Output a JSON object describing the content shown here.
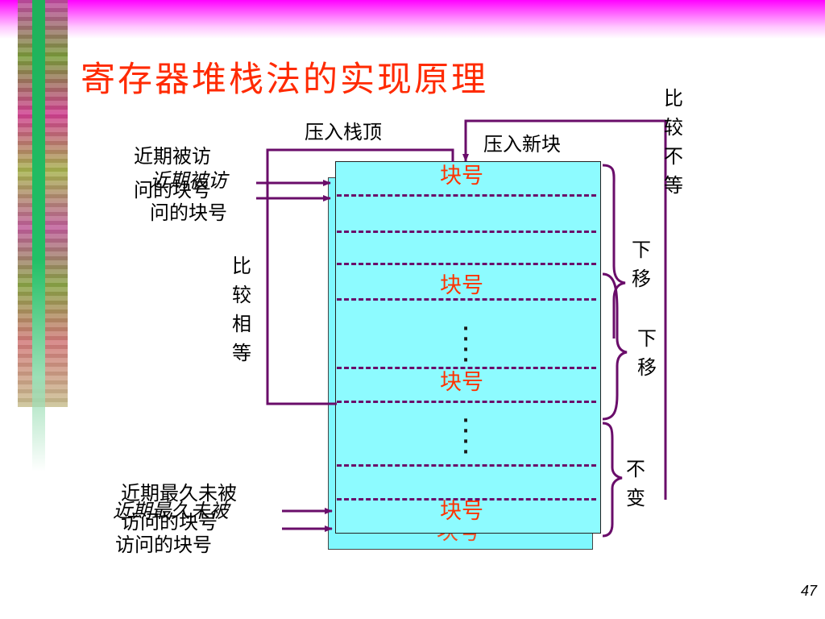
{
  "slide": {
    "title": "寄存器堆栈法的实现原理",
    "page_number": "47"
  },
  "labels": {
    "push_top": "压入栈顶",
    "push_new": "压入新块",
    "recent_a": "近期被访",
    "recent_b": "问的块号",
    "recent2_a": "近期被访",
    "recent2_b": "问的块号",
    "lru_a": "近期最久未被",
    "lru_b": "访问的块号",
    "lru2_a": "近期最久未被",
    "lru2_b": "访问的块号"
  },
  "vertical_labels": {
    "compare_equal": [
      "比",
      "较",
      "相",
      "等"
    ],
    "compare_unequal": [
      "比",
      "较",
      "不",
      "等"
    ],
    "shift_down_1": [
      "下",
      "移"
    ],
    "shift_down_2": [
      "下",
      "移"
    ],
    "unchanged": [
      "不",
      "变"
    ]
  },
  "stack": {
    "block_label_1": "块号",
    "block_label_2": "块号",
    "block_label_3": "块号",
    "block_label_4": "块号",
    "block_label_back": "块号"
  },
  "colors": {
    "title": "#ff2a00",
    "block_text": "#ff3300",
    "line": "#6a0d6a",
    "stack_fill": "#8dfbff"
  }
}
